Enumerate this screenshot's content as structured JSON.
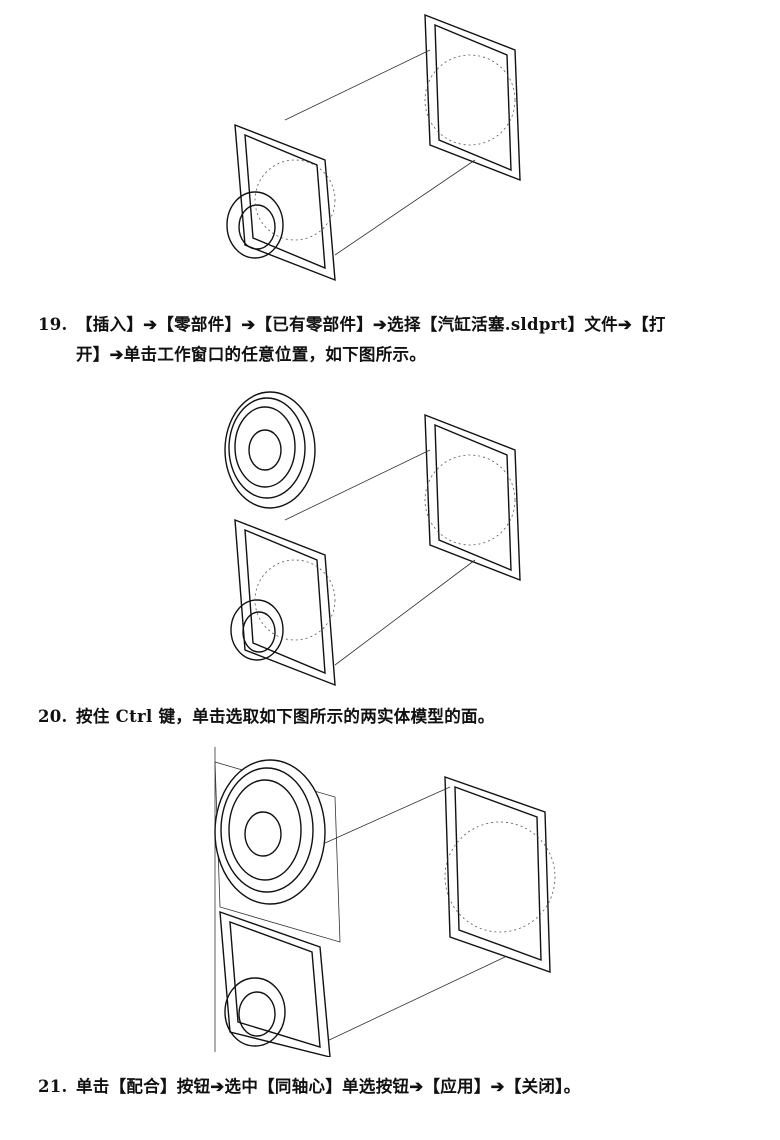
{
  "steps": [
    {
      "number": "19.",
      "line1": "【插入】➔【零部件】➔【已有零部件】➔选择【汽缸活塞.sldprt】文件➔【打",
      "line2": "开】➔单击工作窗口的任意位置，如下图所示。"
    },
    {
      "number": "20.",
      "line1": "按住 Ctrl 键，单击选取如下图所示的两实体模型的面。"
    },
    {
      "number": "21.",
      "line1": "单击【配合】按钮➔选中【同轴心】单选按钮➔【应用】➔【关闭】。"
    }
  ]
}
